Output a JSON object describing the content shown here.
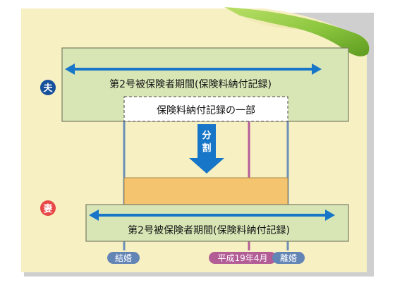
{
  "colors": {
    "background_panel": "#f7f0c2",
    "panel_shadow": "#c8c8c8",
    "record_box_fill": "#d8e6b6",
    "record_box_border": "#7d7d66",
    "arrow_blue": "#1876c8",
    "divided_box_fill": "#f5c46f",
    "line_blue": "#6d8fb8",
    "line_pink": "#b35d97",
    "tag_blue": "#6385b5",
    "tag_pink": "#b35d97",
    "husband_badge": "#17509b",
    "wife_badge": "#e84747",
    "curl_green": "#8cc63f"
  },
  "diagram": {
    "husband": {
      "badge_label": "夫",
      "period_label": "第2号被保険者期間(保険料納付記録)",
      "partial_record_label": "保険料納付記録の一部"
    },
    "split_arrow": {
      "label": "分\n割"
    },
    "wife": {
      "badge_label": "妻",
      "period_label": "第2号被保険者期間(保険料納付記録)"
    },
    "timeline_tags": {
      "marriage": "結婚",
      "heisei_19_april": "平成19年4月",
      "divorce": "離婚"
    }
  }
}
